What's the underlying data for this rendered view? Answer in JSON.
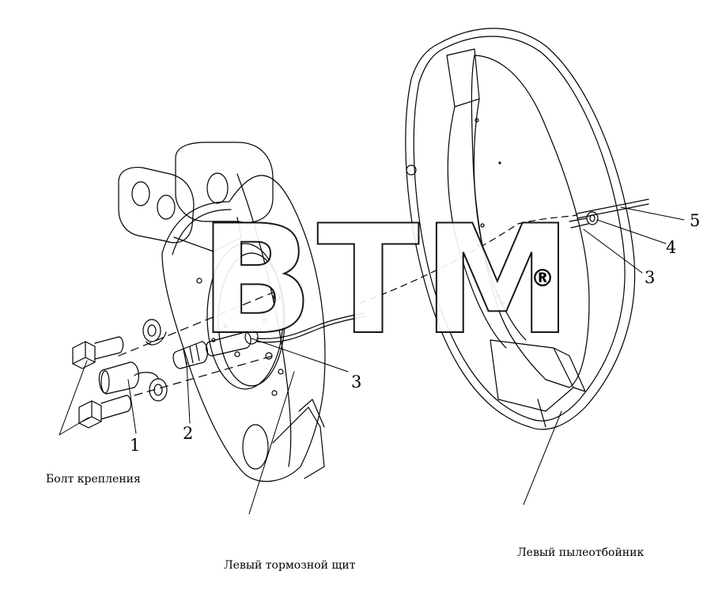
{
  "watermark": {
    "text": "BTM",
    "registered_mark": "®"
  },
  "captions": {
    "bolt": "Болт крепления",
    "brake_shield": "Левый тормозной щит",
    "dust_shield": "Левый пылеотбойник"
  },
  "callouts": {
    "c1": "1",
    "c2": "2",
    "c3a": "3",
    "c3b": "3",
    "c4": "4",
    "c5": "5"
  },
  "colors": {
    "line": "#000000",
    "watermark_fill": "#ffffff",
    "watermark_stroke": "#000000"
  }
}
